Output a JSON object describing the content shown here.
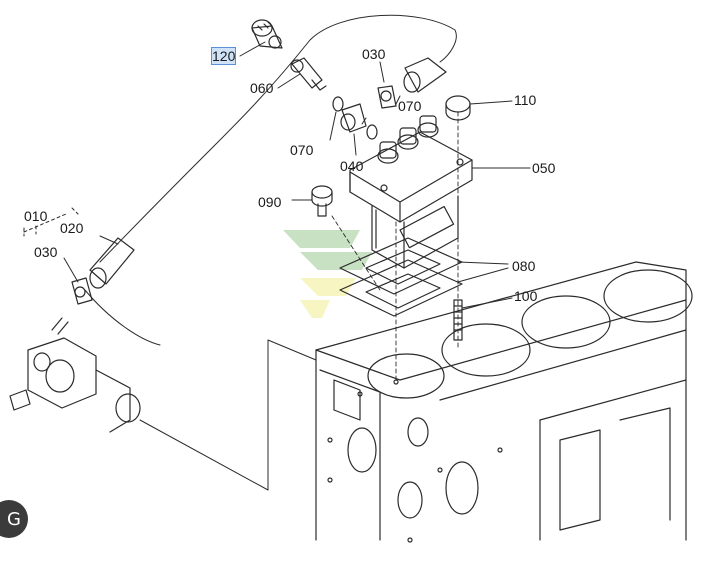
{
  "labels": {
    "l120": "120",
    "l060": "060",
    "l030_top": "030",
    "l070_right": "070",
    "l070_left": "070",
    "l040": "040",
    "l110": "110",
    "l050": "050",
    "l090": "090",
    "l080": "080",
    "l100": "100",
    "l010": "010",
    "l020": "020",
    "l030_left": "030"
  },
  "colors": {
    "line": "#2b2b2b",
    "selection": "#cfe2f7",
    "watermark_green": "#9fc99a",
    "watermark_yellow": "#f2ef9c"
  },
  "badge": {
    "icon": "google-lens-icon",
    "glyph": "G"
  }
}
